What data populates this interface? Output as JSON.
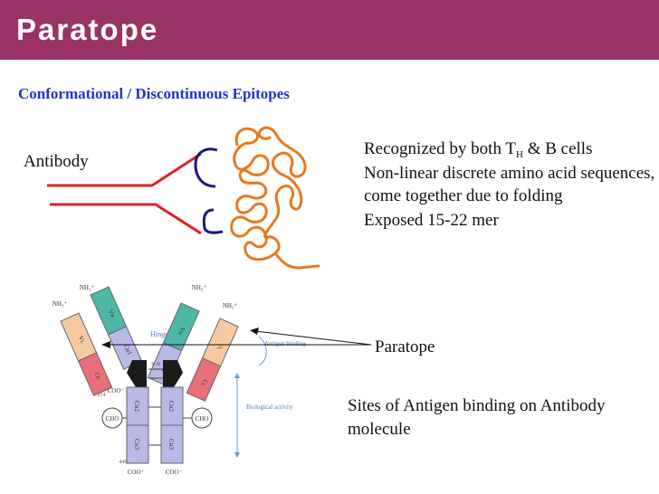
{
  "slide": {
    "title": "Paratope",
    "subtitle": "Conformational / Discontinuous Epitopes",
    "antibody_label": "Antibody",
    "bullets": {
      "line1_main": "Recognized by both T",
      "line1_sub": "H",
      "line1_rest": " & B cells",
      "line2": "Non-linear discrete amino acid sequences, come together due to folding",
      "line3": "Exposed 15-22 mer"
    },
    "paratope_label": "Paratope",
    "sites_caption": "Sites of Antigen binding on Antibody molecule"
  },
  "diagram": {
    "labels": {
      "hinge": "Hinge",
      "antigen_binding": "Antigen binding",
      "biological_activity": "Biological activity",
      "cho": "CHO",
      "coo": "COO⁻",
      "nh3": "NH₃⁺",
      "vh": "Vʜ",
      "vl": "Vʟ",
      "ch1": "Cʜ1",
      "cl": "Cʟ",
      "ch2": "Cʜ2",
      "ch3": "Cʜ3",
      "ss": "S–S",
      "n214": "214",
      "n446": "446"
    }
  },
  "colors": {
    "title_bar": "#993366",
    "subtitle": "#2233cc",
    "antibody_lines": "#dd2222",
    "paratope_ends": "#1a1a80",
    "antigen": "#e8781e",
    "vh_domain": "#4db8a8",
    "vl_domain": "#f6c9a0",
    "cl_domain": "#e8707a",
    "heavy_constant": "#b9b9e6",
    "hinge_black": "#1a1a1a"
  }
}
